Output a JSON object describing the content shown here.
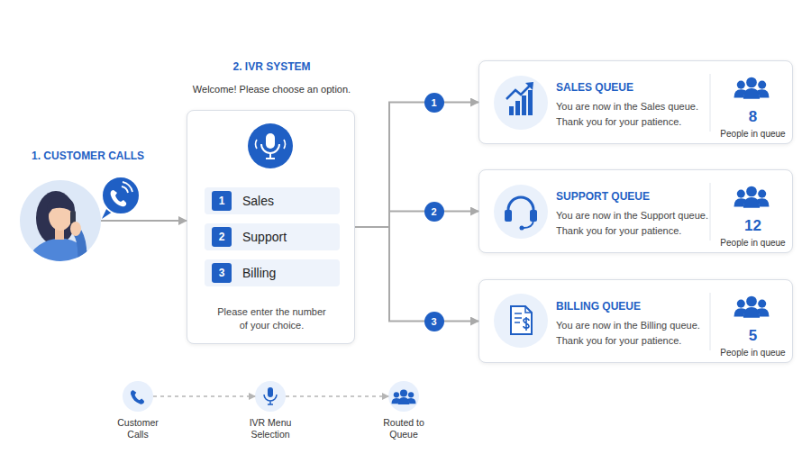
{
  "diagram": {
    "nodes": [
      {
        "text": [
          "1. CUSTOMER CALLS"
        ]
      },
      {
        "text": [
          "2. IVR SYSTEM",
          "Welcome! Please choose an option.",
          "Please enter the number of your choice."
        ]
      },
      {
        "text": [
          "1",
          "Sales"
        ],
        "in": 1
      },
      {
        "text": [
          "2",
          "Support"
        ],
        "in": 1
      },
      {
        "text": [
          "3",
          "Billing"
        ],
        "in": 1
      },
      {
        "text": [
          "SALES QUEUE",
          "You are now in the Sales queue. Thank you for your patience.",
          "8",
          "People in queue"
        ]
      },
      {
        "text": [
          "SUPPORT QUEUE",
          "You are now in the Support queue. Thank you for your patience.",
          "12",
          "People in queue"
        ]
      },
      {
        "text": [
          "BILLING QUEUE",
          "You are now in the Billing queue. Thank you for your patience.",
          "5",
          "People in queue"
        ]
      },
      {
        "text": [
          "Customer Calls"
        ]
      },
      {
        "text": [
          "IVR Menu Selection"
        ]
      },
      {
        "text": [
          "Routed to Queue"
        ]
      }
    ],
    "edges": [
      {
        "from": 0,
        "to": 1,
        "arrow": "to"
      },
      {
        "from": 1,
        "to": 5,
        "label": "1",
        "arrow": "to"
      },
      {
        "from": 1,
        "to": 6,
        "label": "2",
        "arrow": "to"
      },
      {
        "from": 1,
        "to": 7,
        "label": "3",
        "arrow": "to"
      },
      {
        "from": 8,
        "to": 9,
        "arrow": "to"
      },
      {
        "from": 9,
        "to": 10,
        "arrow": "to"
      }
    ]
  }
}
